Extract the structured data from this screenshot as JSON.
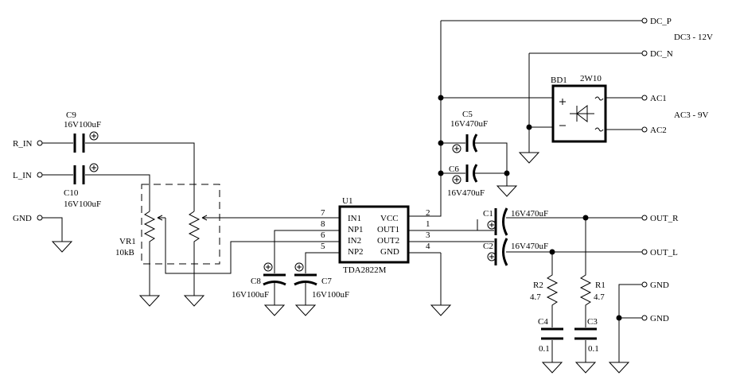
{
  "ports": {
    "dc_p": "DC_P",
    "dc_n": "DC_N",
    "ac1": "AC1",
    "ac2": "AC2",
    "r_in": "R_IN",
    "l_in": "L_IN",
    "gnd_in": "GND",
    "out_r": "OUT_R",
    "out_l": "OUT_L",
    "gnd_out1": "GND",
    "gnd_out2": "GND"
  },
  "notes": {
    "dc": "DC3 - 12V",
    "ac": "AC3 - 9V"
  },
  "components": {
    "bd1": {
      "ref": "BD1",
      "value": "2W10"
    },
    "u1": {
      "ref": "U1",
      "part": "TDA2822M",
      "pins_left": [
        "IN1",
        "NP1",
        "IN2",
        "NP2"
      ],
      "pins_right": [
        "VCC",
        "OUT1",
        "OUT2",
        "GND"
      ],
      "pin_nums_left": [
        "7",
        "8",
        "6",
        "5"
      ],
      "pin_nums_right": [
        "2",
        "1",
        "3",
        "4"
      ]
    },
    "vr1": {
      "ref": "VR1",
      "value": "10kB"
    },
    "c9": {
      "ref": "C9",
      "value": "16V100uF"
    },
    "c10": {
      "ref": "C10",
      "value": "16V100uF"
    },
    "c5": {
      "ref": "C5",
      "value": "16V470uF"
    },
    "c6": {
      "ref": "C6",
      "value": "16V470uF"
    },
    "c8": {
      "ref": "C8",
      "value": "16V100uF"
    },
    "c7": {
      "ref": "C7",
      "value": "16V100uF"
    },
    "c1": {
      "ref": "C1",
      "value": "16V470uF"
    },
    "c2": {
      "ref": "C2",
      "value": "16V470uF"
    },
    "r2": {
      "ref": "R2",
      "value": "4.7"
    },
    "r1": {
      "ref": "R1",
      "value": "4.7"
    },
    "c4": {
      "ref": "C4",
      "value": "0.1"
    },
    "c3": {
      "ref": "C3",
      "value": "0.1"
    }
  }
}
